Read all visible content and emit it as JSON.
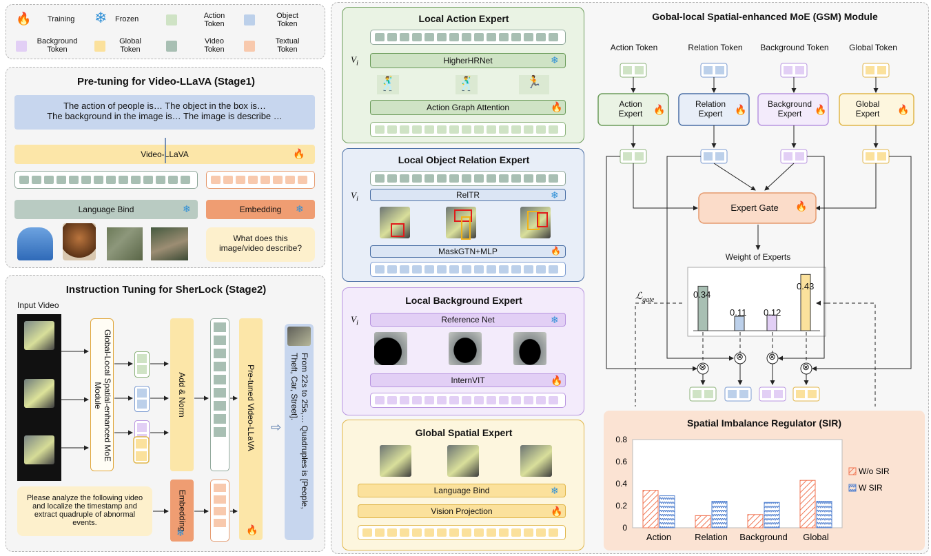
{
  "legend": {
    "training": "Training",
    "frozen": "Frozen",
    "action_token": "Action Token",
    "object_token": "Object Token",
    "background_token": "Background Token",
    "global_token": "Global Token",
    "video_token": "Video Token",
    "textual_token": "Textual Token"
  },
  "stage1": {
    "title": "Pre-tuning for Video-LLaVA (Stage1)",
    "output_line1": "The action of people is… The object in the box is…",
    "output_line2": "The background in the image is… The image is describe …",
    "video_llava": "Video-LLaVA",
    "language_bind": "Language Bind",
    "embedding": "Embedding",
    "question": "What does this image/video describe?"
  },
  "stage2": {
    "title": "Instruction Tuning for SherLock (Stage2)",
    "input_video": "Input Video",
    "gsm_module": "Global-Local Spatial-enhanced MoE Module",
    "add_norm": "Add & Norm",
    "pretuned": "Pre-tuned Video-LLaVA",
    "embedding": "Embedding",
    "prompt": "Please analyze the following video and localize the timestamp and extract quadruple of abnormal events.",
    "output": "From 22s to 25s,… Quadruples is [People, Theft, Car, Street]."
  },
  "experts": {
    "action": {
      "title": "Local Action Expert",
      "vi": "V",
      "net": "HigherHRNet",
      "module": "Action Graph Attention"
    },
    "relation": {
      "title": "Local Object Relation Expert",
      "vi": "V",
      "net": "RelTR",
      "module": "MaskGTN+MLP"
    },
    "background": {
      "title": "Local Background Expert",
      "vi": "V",
      "net": "Reference Net",
      "module": "InternVIT"
    },
    "global": {
      "title": "Global Spatial Expert",
      "net": "Language Bind",
      "module": "Vision Projection"
    }
  },
  "gsm": {
    "title": "Gobal-local Spatial-enhanced MoE (GSM) Module",
    "tokens": [
      "Action Token",
      "Relation Token",
      "Background Token",
      "Global Token"
    ],
    "experts": [
      "Action Expert",
      "Relation Expert",
      "Background Expert",
      "Global Expert"
    ],
    "gate": "Expert Gate",
    "weight_title": "Weight of Experts",
    "loss": "ℒ",
    "loss_sub": "gate",
    "weights": [
      0.34,
      0.11,
      0.12,
      0.43
    ],
    "weight_labels": [
      "0.34",
      "0.11",
      "0.12",
      "0.43"
    ],
    "multiply": "⊗"
  },
  "colors": {
    "action": "#cfe3c5",
    "object": "#bcd0ea",
    "background": "#e2cff5",
    "global": "#fbe19c",
    "video": "#a8bfb3",
    "textual": "#f8c9ad"
  },
  "chart_data": {
    "type": "bar",
    "title": "Spatial Imbalance Regulator (SIR)",
    "categories": [
      "Action",
      "Relation",
      "Background",
      "Global"
    ],
    "series": [
      {
        "name": "W/o SIR",
        "values": [
          0.34,
          0.11,
          0.12,
          0.43
        ]
      },
      {
        "name": "W SIR",
        "values": [
          0.29,
          0.24,
          0.23,
          0.24
        ]
      }
    ],
    "ylim": [
      0,
      0.8
    ],
    "yticks": [
      "0",
      "0.2",
      "0.4",
      "0.6",
      "0.8"
    ],
    "legend_position": "right"
  }
}
